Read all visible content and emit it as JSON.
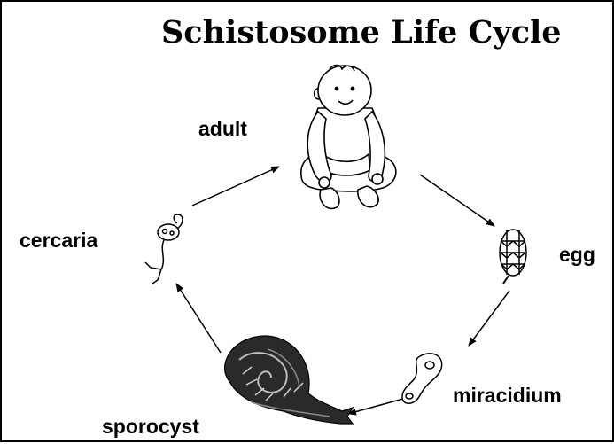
{
  "title": "Schistosome Life Cycle",
  "stages": {
    "adult": "adult",
    "egg": "egg",
    "miracidium": "miracidium",
    "sporocyst": "sporocyst",
    "cercaria": "cercaria"
  }
}
